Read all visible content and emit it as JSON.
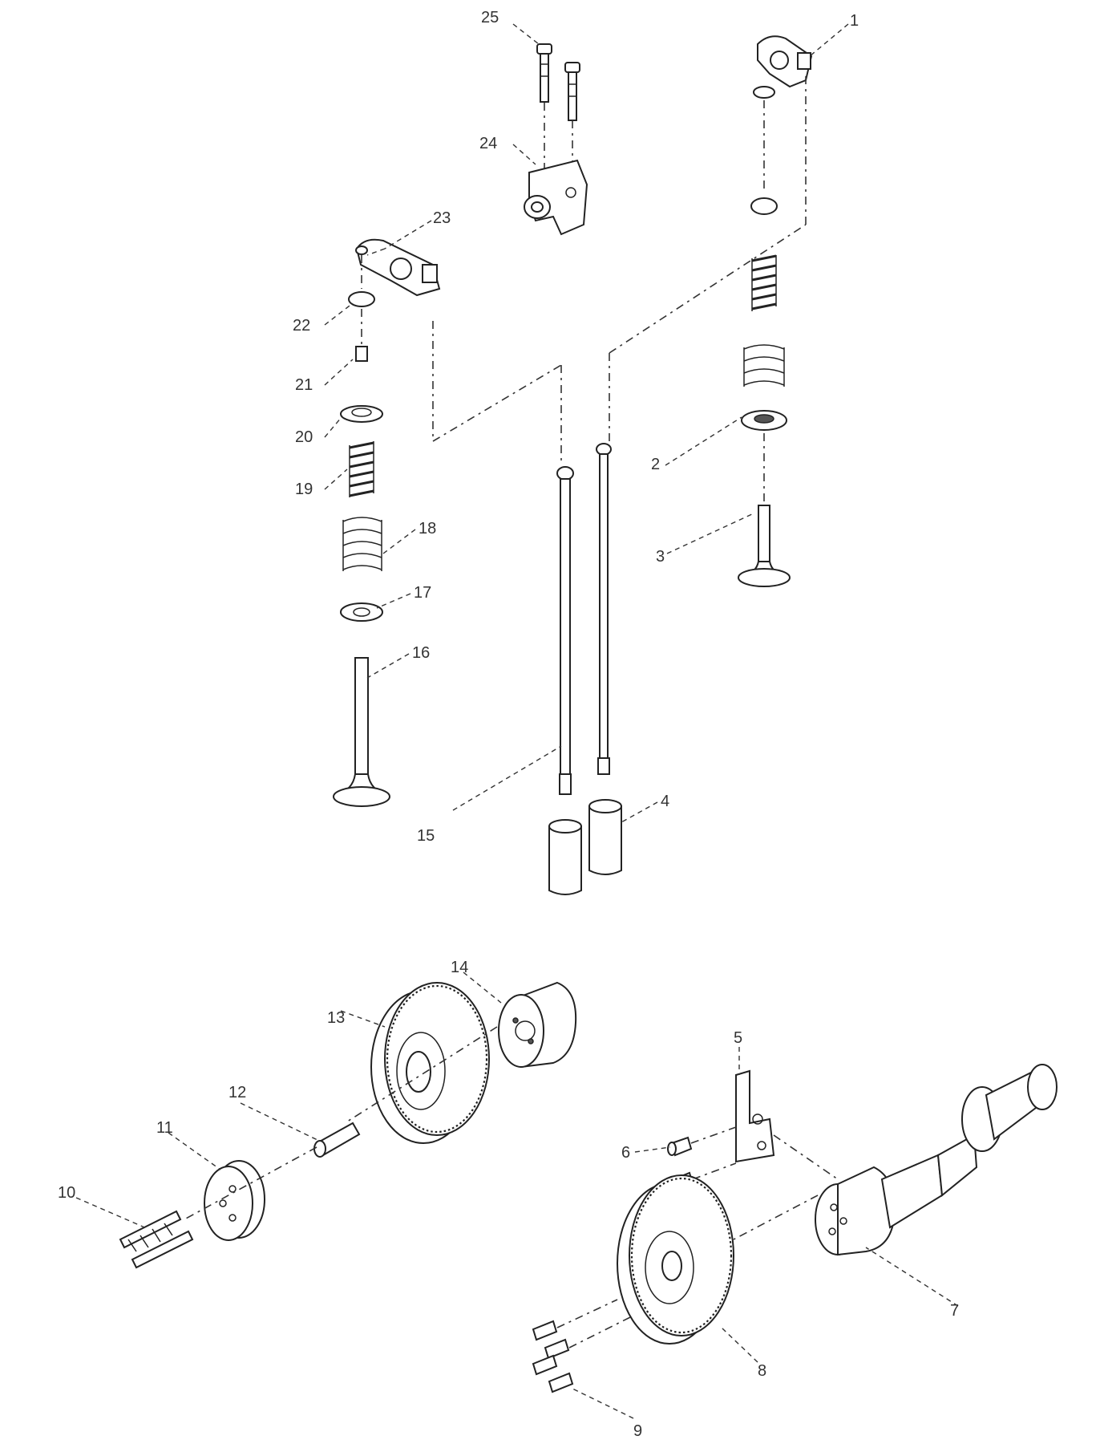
{
  "figure": {
    "callouts": [
      {
        "id": "c25",
        "text": "25"
      },
      {
        "id": "c24",
        "text": "24"
      },
      {
        "id": "c23",
        "text": "23"
      },
      {
        "id": "c22",
        "text": "22"
      },
      {
        "id": "c21",
        "text": "21"
      },
      {
        "id": "c20",
        "text": "20"
      },
      {
        "id": "c19",
        "text": "19"
      },
      {
        "id": "c18",
        "text": "18"
      },
      {
        "id": "c17",
        "text": "17"
      },
      {
        "id": "c16",
        "text": "16"
      },
      {
        "id": "c15",
        "text": "15"
      },
      {
        "id": "c4",
        "text": "4"
      },
      {
        "id": "c1",
        "text": "1"
      },
      {
        "id": "c2",
        "text": "2"
      },
      {
        "id": "c3",
        "text": "3"
      },
      {
        "id": "c14",
        "text": "14"
      },
      {
        "id": "c13",
        "text": "13"
      },
      {
        "id": "c12",
        "text": "12"
      },
      {
        "id": "c11",
        "text": "11"
      },
      {
        "id": "c10",
        "text": "10"
      },
      {
        "id": "c5",
        "text": "5"
      },
      {
        "id": "c6",
        "text": "6"
      },
      {
        "id": "c7",
        "text": "7"
      },
      {
        "id": "c8",
        "text": "8"
      },
      {
        "id": "c9",
        "text": "9"
      }
    ]
  }
}
